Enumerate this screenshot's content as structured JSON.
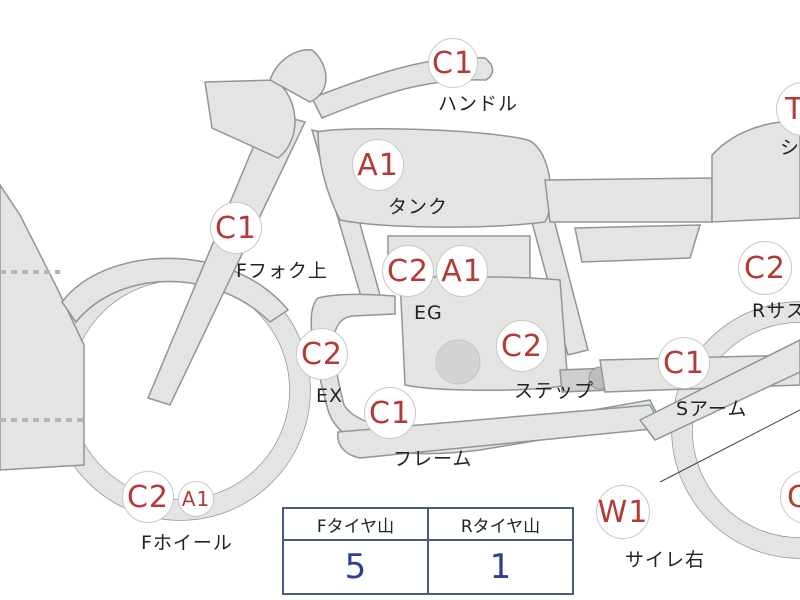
{
  "colors": {
    "part_fill": "#e4e4e3",
    "part_stroke": "#8e969a",
    "grade_text": "#b43a38",
    "table_border": "#4d5a80",
    "table_value": "#2f3d94"
  },
  "labels": {
    "handle": "ハンドル",
    "tank": "タンク",
    "ffork_upper": "Fフォク上",
    "eg": "EG",
    "ex": "EX",
    "step": "ステップ",
    "frame": "フレーム",
    "s_arm": "Sアーム",
    "f_wheel": "Fホイール",
    "muffler_right": "サイレ右",
    "r_suspension": "Rサス",
    "seat": "シ"
  },
  "grades": {
    "handle": "C1",
    "tank": "A1",
    "ffork_upper": "C1",
    "eg_1": "C2",
    "eg_2": "A1",
    "ex": "C2",
    "step": "C2",
    "frame": "C1",
    "s_arm": "C1",
    "f_wheel_1": "C2",
    "f_wheel_2": "A1",
    "muffler_right": "W1",
    "r_suspension": "C2",
    "seat": "T",
    "rear_wheel": "C"
  },
  "tire_table": {
    "headers": [
      "Fタイヤ山",
      "Rタイヤ山"
    ],
    "values": [
      "5",
      "1"
    ]
  }
}
